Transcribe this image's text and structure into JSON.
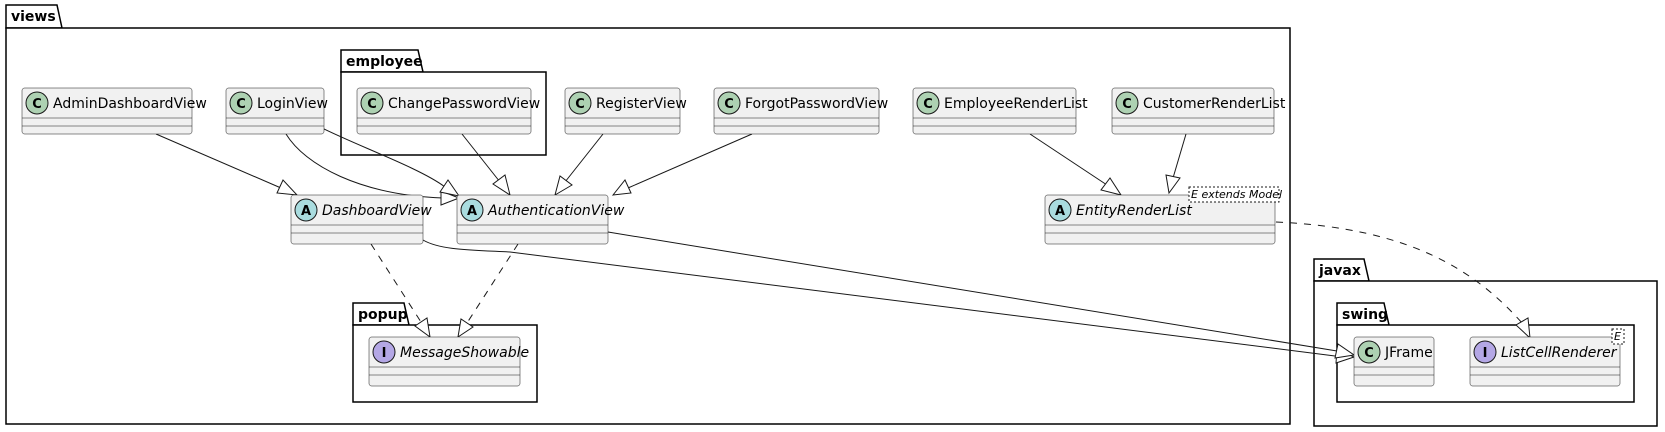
{
  "packages": {
    "views": "views",
    "employee": "employee",
    "popup": "popup",
    "javax": "javax",
    "swing": "swing"
  },
  "classes": {
    "AdminDashboardView": {
      "name": "AdminDashboardView",
      "kind": "C",
      "badge_color": "#ADD1B2",
      "italic": false
    },
    "LoginView": {
      "name": "LoginView",
      "kind": "C",
      "badge_color": "#ADD1B2",
      "italic": false
    },
    "ChangePasswordView": {
      "name": "ChangePasswordView",
      "kind": "C",
      "badge_color": "#ADD1B2",
      "italic": false
    },
    "RegisterView": {
      "name": "RegisterView",
      "kind": "C",
      "badge_color": "#ADD1B2",
      "italic": false
    },
    "ForgotPasswordView": {
      "name": "ForgotPasswordView",
      "kind": "C",
      "badge_color": "#ADD1B2",
      "italic": false
    },
    "EmployeeRenderList": {
      "name": "EmployeeRenderList",
      "kind": "C",
      "badge_color": "#ADD1B2",
      "italic": false
    },
    "CustomerRenderList": {
      "name": "CustomerRenderList",
      "kind": "C",
      "badge_color": "#ADD1B2",
      "italic": false
    },
    "DashboardView": {
      "name": "DashboardView",
      "kind": "A",
      "badge_color": "#A9DCDF",
      "italic": true
    },
    "AuthenticationView": {
      "name": "AuthenticationView",
      "kind": "A",
      "badge_color": "#A9DCDF",
      "italic": true
    },
    "EntityRenderList": {
      "name": "EntityRenderList",
      "kind": "A",
      "badge_color": "#A9DCDF",
      "italic": true,
      "type_param": "E extends Model"
    },
    "MessageShowable": {
      "name": "MessageShowable",
      "kind": "I",
      "badge_color": "#B4A7E5",
      "italic": true
    },
    "JFrame": {
      "name": "JFrame",
      "kind": "C",
      "badge_color": "#ADD1B2",
      "italic": false
    },
    "ListCellRenderer": {
      "name": "ListCellRenderer",
      "kind": "I",
      "badge_color": "#B4A7E5",
      "italic": true,
      "type_param": "E"
    }
  },
  "relations": [
    {
      "from": "AdminDashboardView",
      "to": "DashboardView",
      "type": "extends"
    },
    {
      "from": "LoginView",
      "to": "AuthenticationView",
      "type": "extends"
    },
    {
      "from": "LoginView",
      "to": "AuthenticationView",
      "type": "extends"
    },
    {
      "from": "ChangePasswordView",
      "to": "AuthenticationView",
      "type": "extends"
    },
    {
      "from": "RegisterView",
      "to": "AuthenticationView",
      "type": "extends"
    },
    {
      "from": "ForgotPasswordView",
      "to": "AuthenticationView",
      "type": "extends"
    },
    {
      "from": "EmployeeRenderList",
      "to": "EntityRenderList",
      "type": "extends"
    },
    {
      "from": "CustomerRenderList",
      "to": "EntityRenderList",
      "type": "extends"
    },
    {
      "from": "DashboardView",
      "to": "MessageShowable",
      "type": "implements"
    },
    {
      "from": "AuthenticationView",
      "to": "MessageShowable",
      "type": "implements"
    },
    {
      "from": "DashboardView",
      "to": "JFrame",
      "type": "extends"
    },
    {
      "from": "AuthenticationView",
      "to": "JFrame",
      "type": "extends"
    },
    {
      "from": "EntityRenderList",
      "to": "ListCellRenderer",
      "type": "implements"
    }
  ]
}
